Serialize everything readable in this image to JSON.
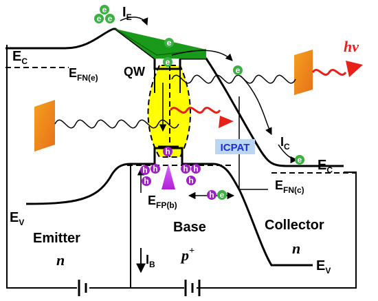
{
  "labels": {
    "ie": "I",
    "ie_sub": "E",
    "ec_left": "E",
    "ec_left_sub": "C",
    "efn_e": "E",
    "efn_e_sub": "FN(e)",
    "qw": "QW",
    "hv": "hv",
    "icpat": "ICPAT",
    "ic": "I",
    "ic_sub": "C",
    "ec_right": "E",
    "ec_right_sub": "C",
    "efn_c": "E",
    "efn_c_sub": "FN(c)",
    "ev_left": "E",
    "ev_left_sub": "V",
    "efp_b": "E",
    "efp_b_sub": "FP(b)",
    "emitter": "Emitter",
    "emitter_type": "n",
    "base": "Base",
    "base_type": "p",
    "base_sup": "+",
    "collector": "Collector",
    "collector_type": "n",
    "ib": "I",
    "ib_sub": "B",
    "ev_right": "E",
    "ev_right_sub": "V"
  },
  "particles": {
    "electron": "e",
    "hole": "h"
  },
  "colors": {
    "band_line": "#000000",
    "qw_fill": "#ffff00",
    "green_wedge": "#1a9a1a",
    "electron": "#3cb043",
    "hole": "#a020c8",
    "photon": "#e8201a",
    "led_orange": "#f08a18",
    "icpat_box": "#bcd6f2",
    "icpat_text": "#1a2fd6"
  }
}
